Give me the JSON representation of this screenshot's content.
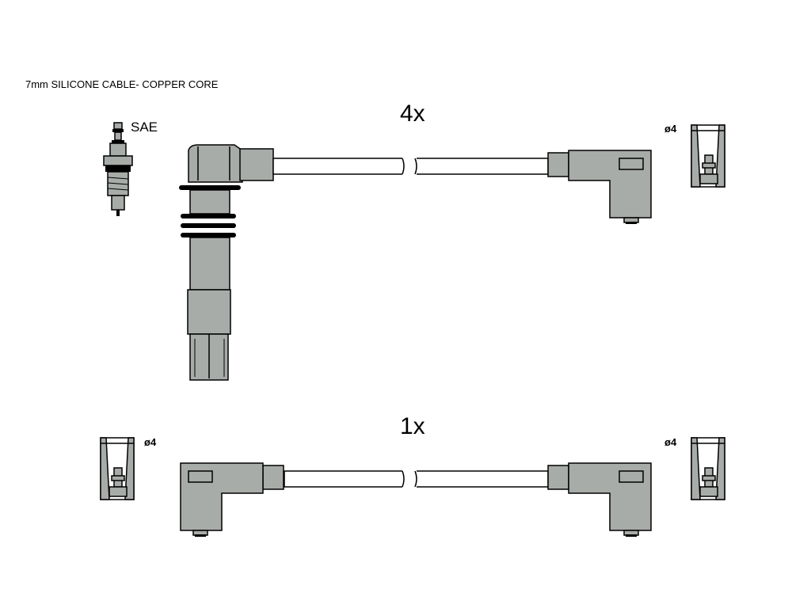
{
  "header": {
    "cable_spec": "7mm SILICONE CABLE- COPPER CORE"
  },
  "top_set": {
    "quantity": "4x",
    "spark_plug_thread": "SAE",
    "terminal_diameter": "ø4"
  },
  "bottom_set": {
    "quantity": "1x",
    "terminal_diameter_left": "ø4",
    "terminal_diameter_right": "ø4"
  },
  "colors": {
    "part_fill": "#a8aca8",
    "outline": "#000000",
    "band": "#000000",
    "background": "#ffffff"
  }
}
